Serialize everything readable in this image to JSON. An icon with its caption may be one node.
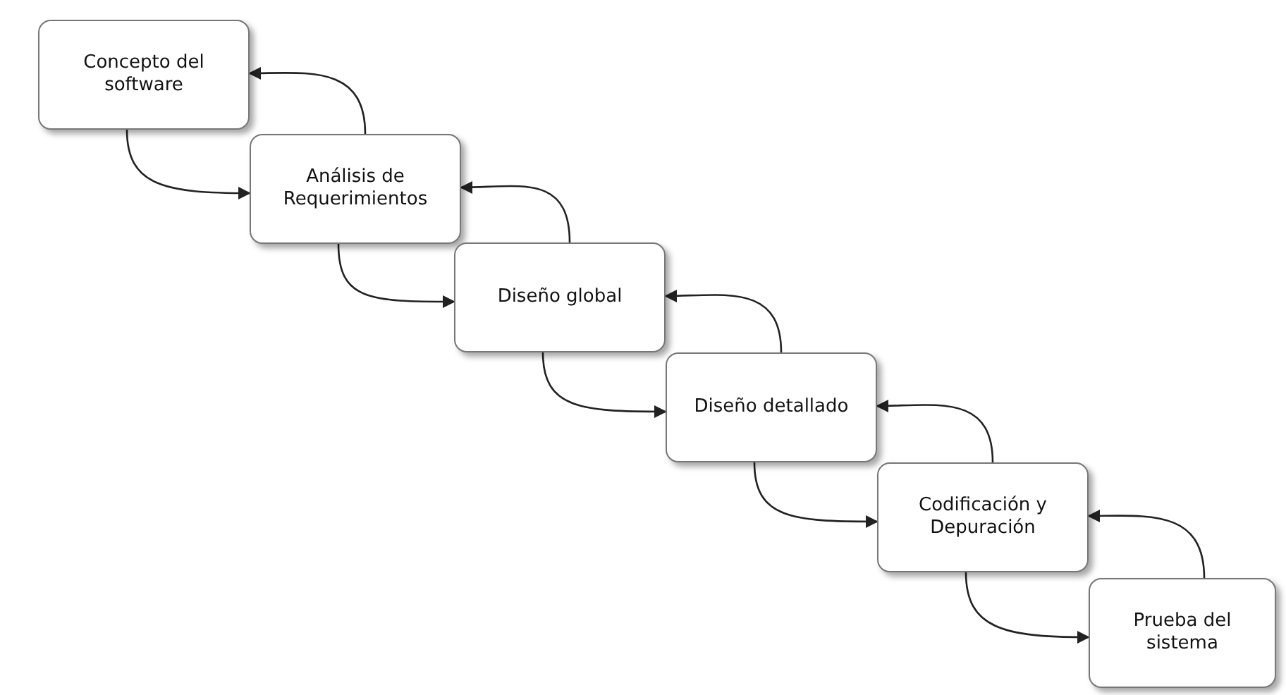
{
  "diagram": {
    "nodes": [
      {
        "text": [
          "Concepto del software"
        ]
      },
      {
        "text": [
          "Análisis de Requerimientos"
        ]
      },
      {
        "text": [
          "Diseño global"
        ]
      },
      {
        "text": [
          "Diseño detallado"
        ]
      },
      {
        "text": [
          "Codificación y Depuración"
        ]
      },
      {
        "text": [
          "Prueba del sistema"
        ]
      }
    ],
    "edges": [
      {
        "from": 0,
        "to": 1,
        "arrow": "to"
      },
      {
        "from": 1,
        "to": 0,
        "arrow": "to"
      },
      {
        "from": 1,
        "to": 2,
        "arrow": "to"
      },
      {
        "from": 2,
        "to": 1,
        "arrow": "to"
      },
      {
        "from": 2,
        "to": 3,
        "arrow": "to"
      },
      {
        "from": 3,
        "to": 2,
        "arrow": "to"
      },
      {
        "from": 3,
        "to": 4,
        "arrow": "to"
      },
      {
        "from": 4,
        "to": 3,
        "arrow": "to"
      },
      {
        "from": 4,
        "to": 5,
        "arrow": "to"
      },
      {
        "from": 5,
        "to": 4,
        "arrow": "to"
      }
    ]
  }
}
